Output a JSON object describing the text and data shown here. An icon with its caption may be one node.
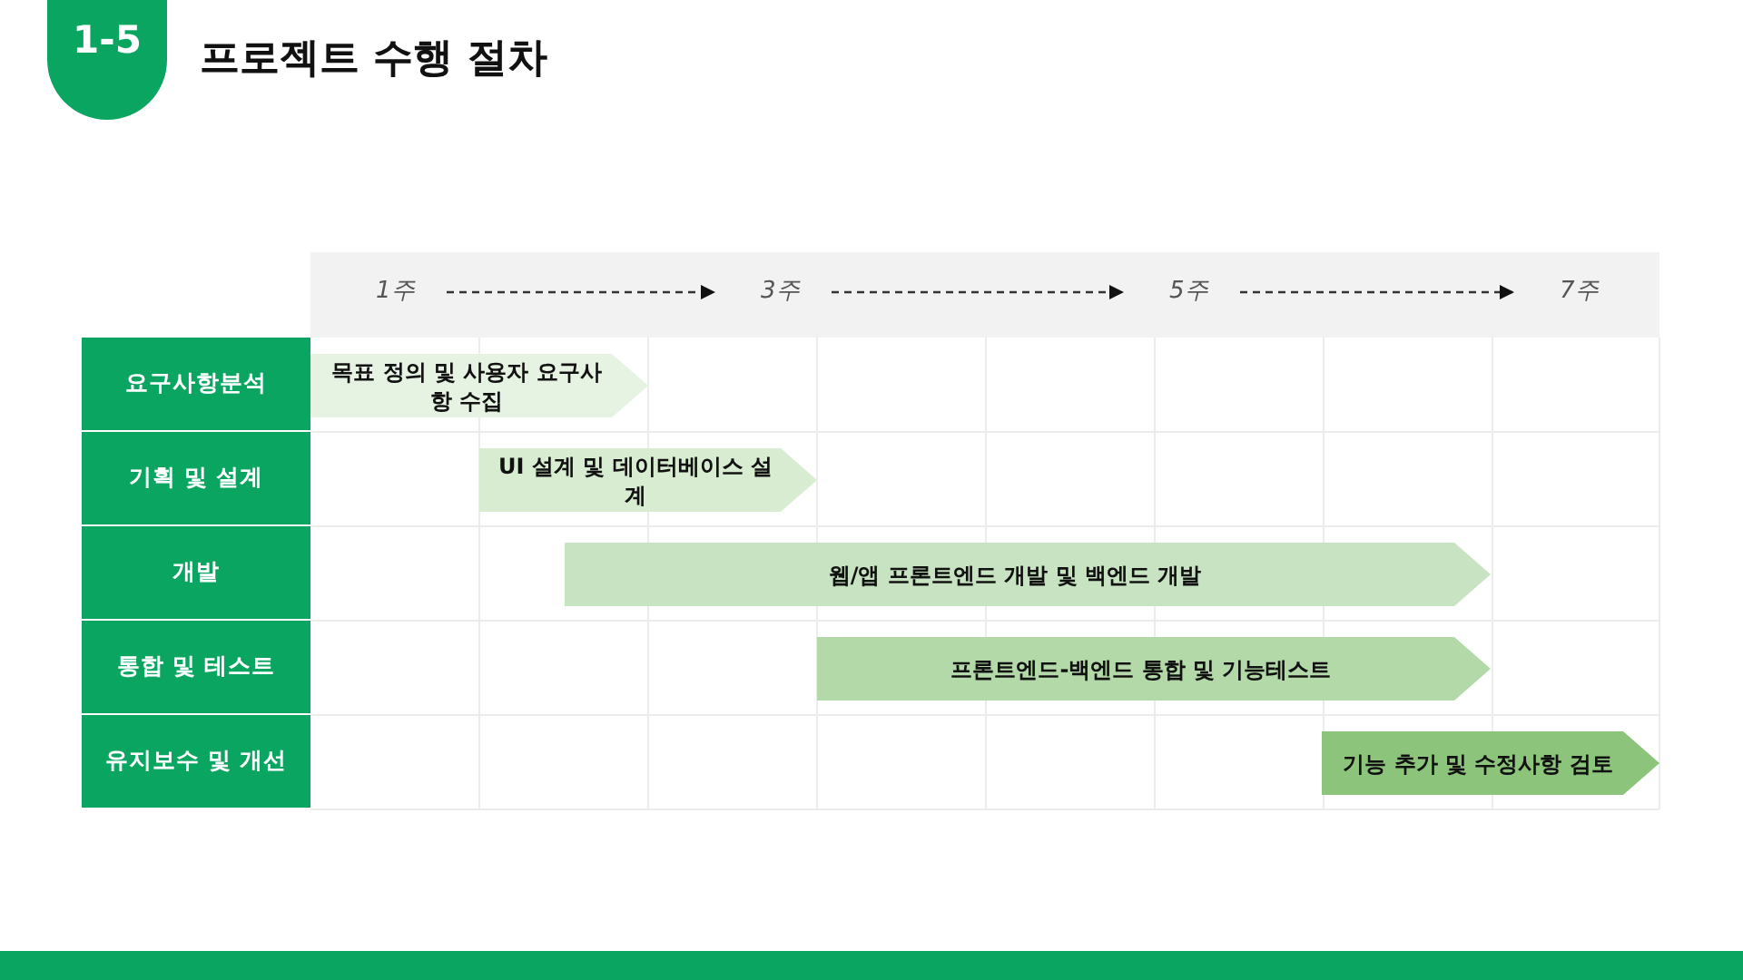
{
  "diagram": {
    "title": "프로젝트 수행 절차",
    "nodes": [
      {
        "text": [
          "요구사항분석"
        ]
      },
      {
        "text": [
          "기획 및 설계"
        ]
      },
      {
        "text": [
          "개발"
        ]
      },
      {
        "text": [
          "통합 및 테스트"
        ]
      },
      {
        "text": [
          "유지보수 및 개선"
        ]
      },
      {
        "text": [
          "목표 정의 및 사용자 요구사항 수집"
        ]
      },
      {
        "text": [
          "UI 설계 및 데이터베이스 설계"
        ]
      },
      {
        "text": [
          "웹/앱 프론트엔드 개발 및 백엔드 개발"
        ]
      },
      {
        "text": [
          "프론트엔드-백엔드 통합 및 기능테스트"
        ]
      },
      {
        "text": [
          "기능 추가 및 수정사항 검토"
        ]
      },
      {
        "text": [
          "1주"
        ]
      },
      {
        "text": [
          "3주"
        ]
      },
      {
        "text": [
          "5주"
        ]
      },
      {
        "text": [
          "7주"
        ]
      }
    ],
    "edges": [
      {
        "from": 10,
        "to": 11,
        "arrow": "to",
        "style": "dashed"
      },
      {
        "from": 11,
        "to": 12,
        "arrow": "to",
        "style": "dashed"
      },
      {
        "from": 12,
        "to": 13,
        "arrow": "to",
        "style": "dashed"
      }
    ],
    "labels": [
      "1-5"
    ]
  }
}
